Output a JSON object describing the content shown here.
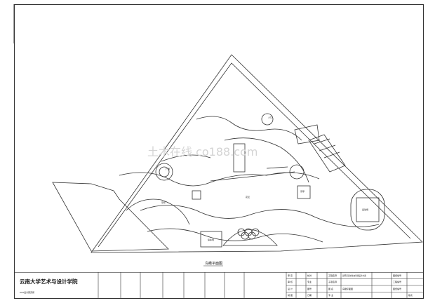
{
  "drawing": {
    "plan_title": "鸟瞰平面图",
    "institution": "云南大学艺术与设计学院",
    "institution_sub": "XXX设计研究所",
    "watermark": "土木在线 co188.com",
    "small_labels": [
      "广场",
      "入口",
      "景亭",
      "花坛",
      "草坪",
      "停车场",
      "运动场"
    ],
    "project_name": "昆明某高校生态景观设计方案"
  },
  "title_block": {
    "col_a": [
      "审 定",
      "审 核",
      "设 计",
      "制 图"
    ],
    "col_b": [
      "校对",
      "专业",
      "图号",
      "日期"
    ],
    "col_c": [
      "工程名称",
      "子项名称",
      "图 名",
      "专 业"
    ],
    "drawing_name": "鸟瞰平面图",
    "right_col": [
      "图纸编号",
      "工程编号",
      "图纸编号",
      "版次"
    ]
  },
  "colors": {
    "line": "#333333",
    "paper": "#ffffff"
  }
}
